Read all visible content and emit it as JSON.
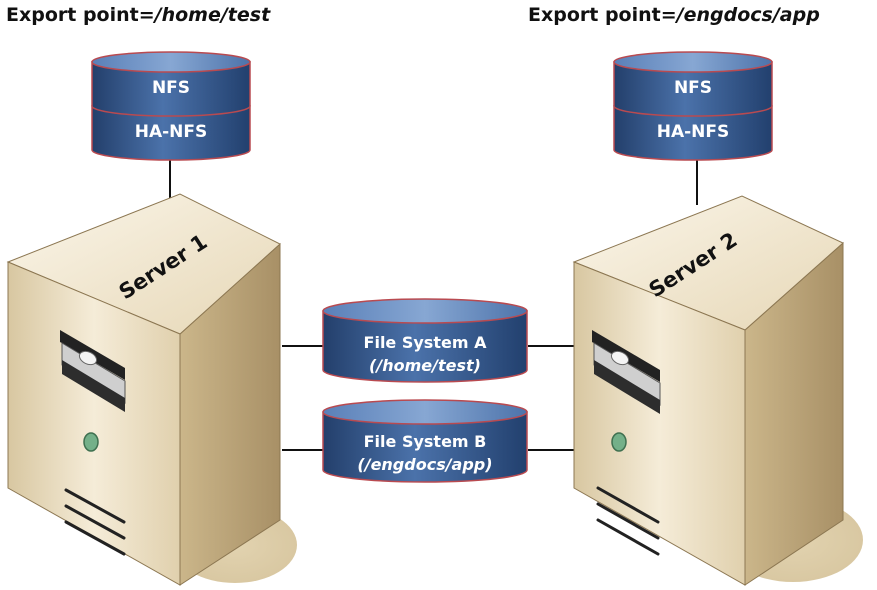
{
  "export_left": {
    "prefix": "Export point=",
    "path": "/home/test"
  },
  "export_right": {
    "prefix": "Export point=",
    "path": "/engdocs/app"
  },
  "server1": {
    "label": "Server 1",
    "stack_top": "NFS",
    "stack_bottom": "HA-NFS"
  },
  "server2": {
    "label": "Server 2",
    "stack_top": "NFS",
    "stack_bottom": "HA-NFS"
  },
  "fs_a": {
    "name": "File System A",
    "path": "(/home/test)"
  },
  "fs_b": {
    "name": "File System B",
    "path": "(/engdocs/app)"
  },
  "colors": {
    "cylinder_blue": "#3a5f95",
    "cylinder_rim": "#c9464a",
    "server_beige": "#e8dcc0"
  }
}
